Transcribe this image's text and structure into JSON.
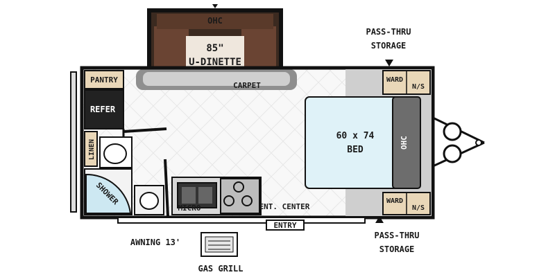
{
  "labels": {
    "ohc_top": "OHC",
    "dinette_size": "85\"",
    "dinette_name": "U-DINETTE",
    "carpet": "CARPET",
    "pantry": "PANTRY",
    "refer": "REFER",
    "linen": "LINEN",
    "shower": "SHOWER",
    "micro": "MICRO",
    "ent_center": "ENT. CENTER",
    "entry": "ENTRY",
    "bed_size": "60 x 74",
    "bed_name": "BED",
    "ohc_bed": "OHC",
    "ward_top": "WARD",
    "ns_top": "N/S",
    "ward_bottom": "WARD",
    "ns_bottom": "N/S",
    "passthru_top_1": "PASS-THRU",
    "passthru_top_2": "STORAGE",
    "passthru_bottom_1": "PASS-THRU",
    "passthru_bottom_2": "STORAGE",
    "awning": "AWNING 13'",
    "gas_grill": "GAS GRILL"
  },
  "colors": {
    "wall": "#111111",
    "floor": "#f4f4f4",
    "tile_line": "#cfcfcf",
    "carpet_gray": "#8f8f8f",
    "dinette_brown": "#5a3a2a",
    "cushion_light": "#efe7dd",
    "bed_blue": "#dff2f8",
    "headboard_gray": "#6d6d6d",
    "wood": "#e9d7b8",
    "counter_gray": "#d8d8d8"
  }
}
